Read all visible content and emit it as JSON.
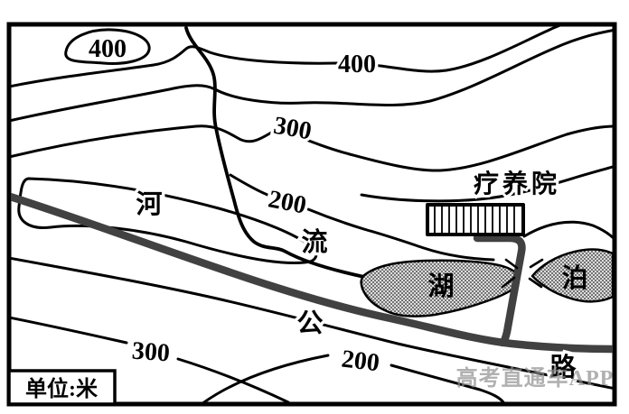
{
  "map": {
    "type": "topographic-contour-map",
    "unit_box": {
      "label": "单位:米"
    },
    "watermark": {
      "text": "高考直通车APP",
      "color": "#8f8f8f"
    },
    "contour_labels": [
      {
        "id": "c400-topleft",
        "text": "400"
      },
      {
        "id": "c400-topright",
        "text": "400"
      },
      {
        "id": "c300-middle",
        "text": "300"
      },
      {
        "id": "c200-middle",
        "text": "200"
      },
      {
        "id": "c300-bottomleft",
        "text": "300"
      },
      {
        "id": "c200-bottom",
        "text": "200"
      }
    ],
    "features": {
      "river": {
        "char1": "河",
        "char2": "流"
      },
      "highway": {
        "char1": "公",
        "char2": "路"
      },
      "lake": {
        "char1": "湖",
        "char2": "泊"
      },
      "sanatorium": {
        "label": "疗养院"
      }
    },
    "colors": {
      "contour": "#000000",
      "road": "#414141",
      "lake_fill_base": "#dcdcdc",
      "lake_dot": "#2a2a2a",
      "frame": "#000000"
    }
  }
}
